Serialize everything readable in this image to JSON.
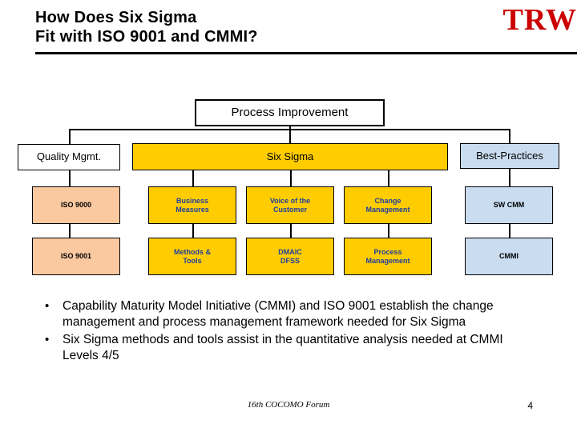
{
  "header": {
    "title_line1": "How Does Six Sigma",
    "title_line2": "Fit with ISO 9001 and CMMI?",
    "logo_text": "TRW"
  },
  "diagram": {
    "top_box": "Process Improvement",
    "columns": [
      {
        "header": "Quality Mgmt.",
        "cells": [
          "ISO 9000",
          "ISO 9001"
        ]
      },
      {
        "header": "Six Sigma",
        "cells": [
          "Business Measures",
          "Methods & Tools",
          "Voice of the Customer",
          "DMAIC DFSS",
          "Change Management",
          "Process Management"
        ]
      },
      {
        "header": "Best-Practices",
        "cells": [
          "SW CMM",
          "CMMI"
        ]
      }
    ],
    "cell_business_measures_l1": "Business",
    "cell_business_measures_l2": "Measures",
    "cell_methods_tools_l1": "Methods &",
    "cell_methods_tools_l2": "Tools",
    "cell_voice_customer_l1": "Voice of the",
    "cell_voice_customer_l2": "Customer",
    "cell_dmaic_l1": "DMAIC",
    "cell_dmaic_l2": "DFSS",
    "cell_change_mgmt_l1": "Change",
    "cell_change_mgmt_l2": "Management",
    "cell_process_mgmt_l1": "Process",
    "cell_process_mgmt_l2": "Management",
    "cell_iso_9000": "ISO 9000",
    "cell_iso_9001": "ISO 9001",
    "cell_sw_cmm": "SW CMM",
    "cell_cmmi": "CMMI",
    "header_quality_mgmt": "Quality Mgmt.",
    "header_six_sigma": "Six Sigma",
    "header_best_practices": "Best-Practices",
    "colors": {
      "six_sigma_fill": "#ffcc00",
      "iso_fill": "#fbc9a0",
      "best_practices_fill": "#c9dcf0",
      "cell_text_blue": "#1f3f9e",
      "logo_red": "#cc0000"
    }
  },
  "bullets": [
    {
      "marker": "•",
      "text": "Capability Maturity Model Initiative (CMMI) and ISO 9001 establish the change management and process management framework needed for Six Sigma"
    },
    {
      "marker": "•",
      "text": "Six Sigma methods and tools assist in the quantitative analysis needed at CMMI Levels 4/5"
    }
  ],
  "footer": {
    "text": "16th COCOMO Forum",
    "page_number": "4"
  }
}
